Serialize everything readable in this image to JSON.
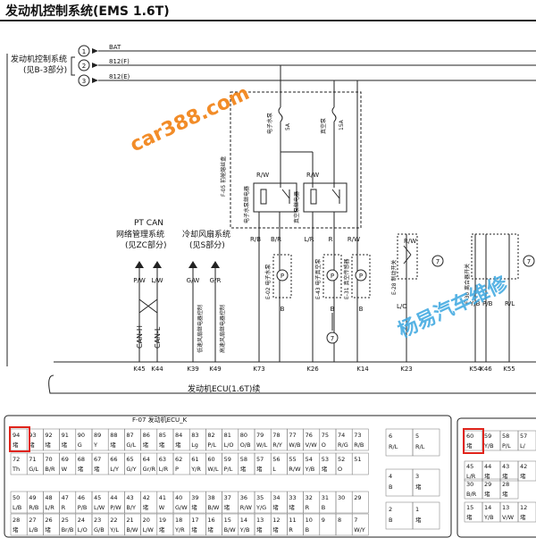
{
  "title": "发动机控制系统(EMS 1.6T)",
  "left_system": {
    "line1": "发动机控制系统",
    "line2": "(见B-3部分)"
  },
  "bus_circles": [
    "1",
    "2",
    "3"
  ],
  "bus_labels": [
    "BAT",
    "812(F)",
    "812(E)"
  ],
  "relay_box_label": "F-05 前舱熔丝盒",
  "fuses": [
    {
      "name": "电子水泵",
      "rating": "5A"
    },
    {
      "name": "真空泵",
      "rating": "15A"
    }
  ],
  "relays": [
    "电子水泵继电器",
    "真空泵继电器"
  ],
  "relay_wire_colors": [
    "R/W",
    "R/W"
  ],
  "ptcan": {
    "line1": "PT CAN",
    "line2": "网络管理系统",
    "line3": "(见ZC部分)"
  },
  "fan": {
    "line1": "冷却风扇系统",
    "line2": "(见S部分)"
  },
  "can_wires": [
    "P/W",
    "L/W"
  ],
  "fan_wires": [
    "G/W",
    "G/R"
  ],
  "can_labels": [
    "CAN-H",
    "CAN-L"
  ],
  "fan_ctrl_labels": [
    "低速风扇继电器控制",
    "高速风扇继电器控制"
  ],
  "wire_colors": [
    "R/B",
    "B/R",
    "L/R",
    "R",
    "R/W",
    "R/W",
    "Y/B",
    "P/B",
    "R/L",
    "L/O"
  ],
  "components": [
    {
      "id": "E-02",
      "name": "电子水泵"
    },
    {
      "id": "E-43",
      "name": "电子真空泵"
    },
    {
      "id": "E-31",
      "name": "真空传感器"
    },
    {
      "id": "E-28",
      "name": "制动开关"
    },
    {
      "id": "F-30",
      "name": "离合器开关"
    }
  ],
  "grounds": [
    "7",
    "7",
    "7"
  ],
  "ground_wire_b": [
    "B",
    "B",
    "B"
  ],
  "ecu_pins": [
    "K45",
    "K44",
    "K39",
    "K49",
    "K73",
    "K26",
    "K14",
    "K23",
    "K54",
    "K46",
    "K55"
  ],
  "ecu_label": "发动机ECU(1.6T)续",
  "watermark_1": "car388.com",
  "watermark_2": "杨易汽车维修",
  "connector": {
    "title": "F-07 发动机ECU_K",
    "row1": [
      [
        "94",
        "堵"
      ],
      [
        "93",
        "堵"
      ],
      [
        "92",
        "堵"
      ],
      [
        "91",
        "堵"
      ],
      [
        "90",
        "G"
      ],
      [
        "89",
        "Y"
      ],
      [
        "88",
        "堵"
      ],
      [
        "87",
        "G/L"
      ],
      [
        "86",
        "堵"
      ],
      [
        "85",
        "堵"
      ],
      [
        "84",
        "堵"
      ],
      [
        "83",
        "Lg"
      ],
      [
        "82",
        "P/L"
      ],
      [
        "81",
        "L/O"
      ],
      [
        "80",
        "O/B"
      ],
      [
        "79",
        "W/L"
      ],
      [
        "78",
        "R/Y"
      ],
      [
        "77",
        "W/B"
      ],
      [
        "76",
        "V/W"
      ],
      [
        "75",
        "O"
      ],
      [
        "74",
        "R/G"
      ],
      [
        "73",
        "R/B"
      ]
    ],
    "row2": [
      [
        "72",
        "Th"
      ],
      [
        "71",
        "G/L"
      ],
      [
        "70",
        "B/R"
      ],
      [
        "69",
        "W"
      ],
      [
        "68",
        "堵"
      ],
      [
        "67",
        "堵"
      ],
      [
        "66",
        "L/Y"
      ],
      [
        "65",
        "G/Y"
      ],
      [
        "64",
        "Gr/R"
      ],
      [
        "63",
        "L/R"
      ],
      [
        "62",
        "P"
      ],
      [
        "61",
        "Y/R"
      ],
      [
        "60",
        "W/L"
      ],
      [
        "59",
        "P/L"
      ],
      [
        "58",
        "堵"
      ],
      [
        "57",
        "堵"
      ],
      [
        "56",
        "L"
      ],
      [
        "55",
        "R/W"
      ],
      [
        "54",
        "Y/B"
      ],
      [
        "53",
        "堵"
      ],
      [
        "52",
        "O"
      ],
      [
        "51",
        ""
      ]
    ],
    "row3": [
      [
        "50",
        "L/B"
      ],
      [
        "49",
        "R/B"
      ],
      [
        "48",
        "L/R"
      ],
      [
        "47",
        "R"
      ],
      [
        "46",
        "P/B"
      ],
      [
        "45",
        "L/W"
      ],
      [
        "44",
        "P/W"
      ],
      [
        "43",
        "B/Y"
      ],
      [
        "42",
        "堵"
      ],
      [
        "41",
        "W"
      ],
      [
        "40",
        "G/W"
      ],
      [
        "39",
        "堵"
      ],
      [
        "38",
        "B/W"
      ],
      [
        "37",
        "堵"
      ],
      [
        "36",
        "R/W"
      ],
      [
        "35",
        "Y/G"
      ],
      [
        "34",
        "堵"
      ],
      [
        "33",
        "堵"
      ],
      [
        "32",
        "R"
      ],
      [
        "31",
        "B"
      ],
      [
        "30",
        ""
      ],
      [
        "29",
        ""
      ]
    ],
    "row4": [
      [
        "28",
        "堵"
      ],
      [
        "27",
        "L/B"
      ],
      [
        "26",
        "堵"
      ],
      [
        "25",
        "Br/B"
      ],
      [
        "24",
        "L/O"
      ],
      [
        "23",
        "G/B"
      ],
      [
        "22",
        "Y/L"
      ],
      [
        "21",
        "B/W"
      ],
      [
        "20",
        "L/W"
      ],
      [
        "19",
        "堵"
      ],
      [
        "18",
        "Y/R"
      ],
      [
        "17",
        "堵"
      ],
      [
        "16",
        "堵"
      ],
      [
        "15",
        "B/W"
      ],
      [
        "14",
        "Y/B"
      ],
      [
        "13",
        "堵"
      ],
      [
        "12",
        "堵"
      ],
      [
        "11",
        "R"
      ],
      [
        "10",
        "B"
      ],
      [
        "9",
        ""
      ],
      [
        "8",
        ""
      ],
      [
        "7",
        "W/Y"
      ]
    ],
    "right_col": [
      [
        "6",
        "R/L"
      ],
      [
        "5",
        "R/L"
      ],
      [
        "4",
        "B"
      ],
      [
        "3",
        "堵"
      ],
      [
        "2",
        "B"
      ],
      [
        "1",
        "堵"
      ]
    ]
  },
  "connector2": {
    "top": [
      [
        "60",
        "堵"
      ],
      [
        "59",
        "Y/B"
      ],
      [
        "58",
        "P/L"
      ],
      [
        "57",
        "L/"
      ]
    ],
    "mid": [
      [
        "45",
        "L/R"
      ],
      [
        "44",
        "堵"
      ],
      [
        "43",
        "堵"
      ],
      [
        "42",
        "堵"
      ]
    ],
    "mid2": [
      [
        "30",
        "B/R"
      ],
      [
        "29",
        "堵"
      ],
      [
        "28",
        "堵"
      ]
    ],
    "bot": [
      [
        "15",
        "堵"
      ],
      [
        "14",
        "Y/B"
      ],
      [
        "13",
        "V/W"
      ],
      [
        "12",
        "堵"
      ]
    ]
  },
  "colors": {
    "line": "#222222",
    "highlight": "#e0241b",
    "watermark_orange": "#f28c28",
    "watermark_blue": "#3aa6e0"
  }
}
